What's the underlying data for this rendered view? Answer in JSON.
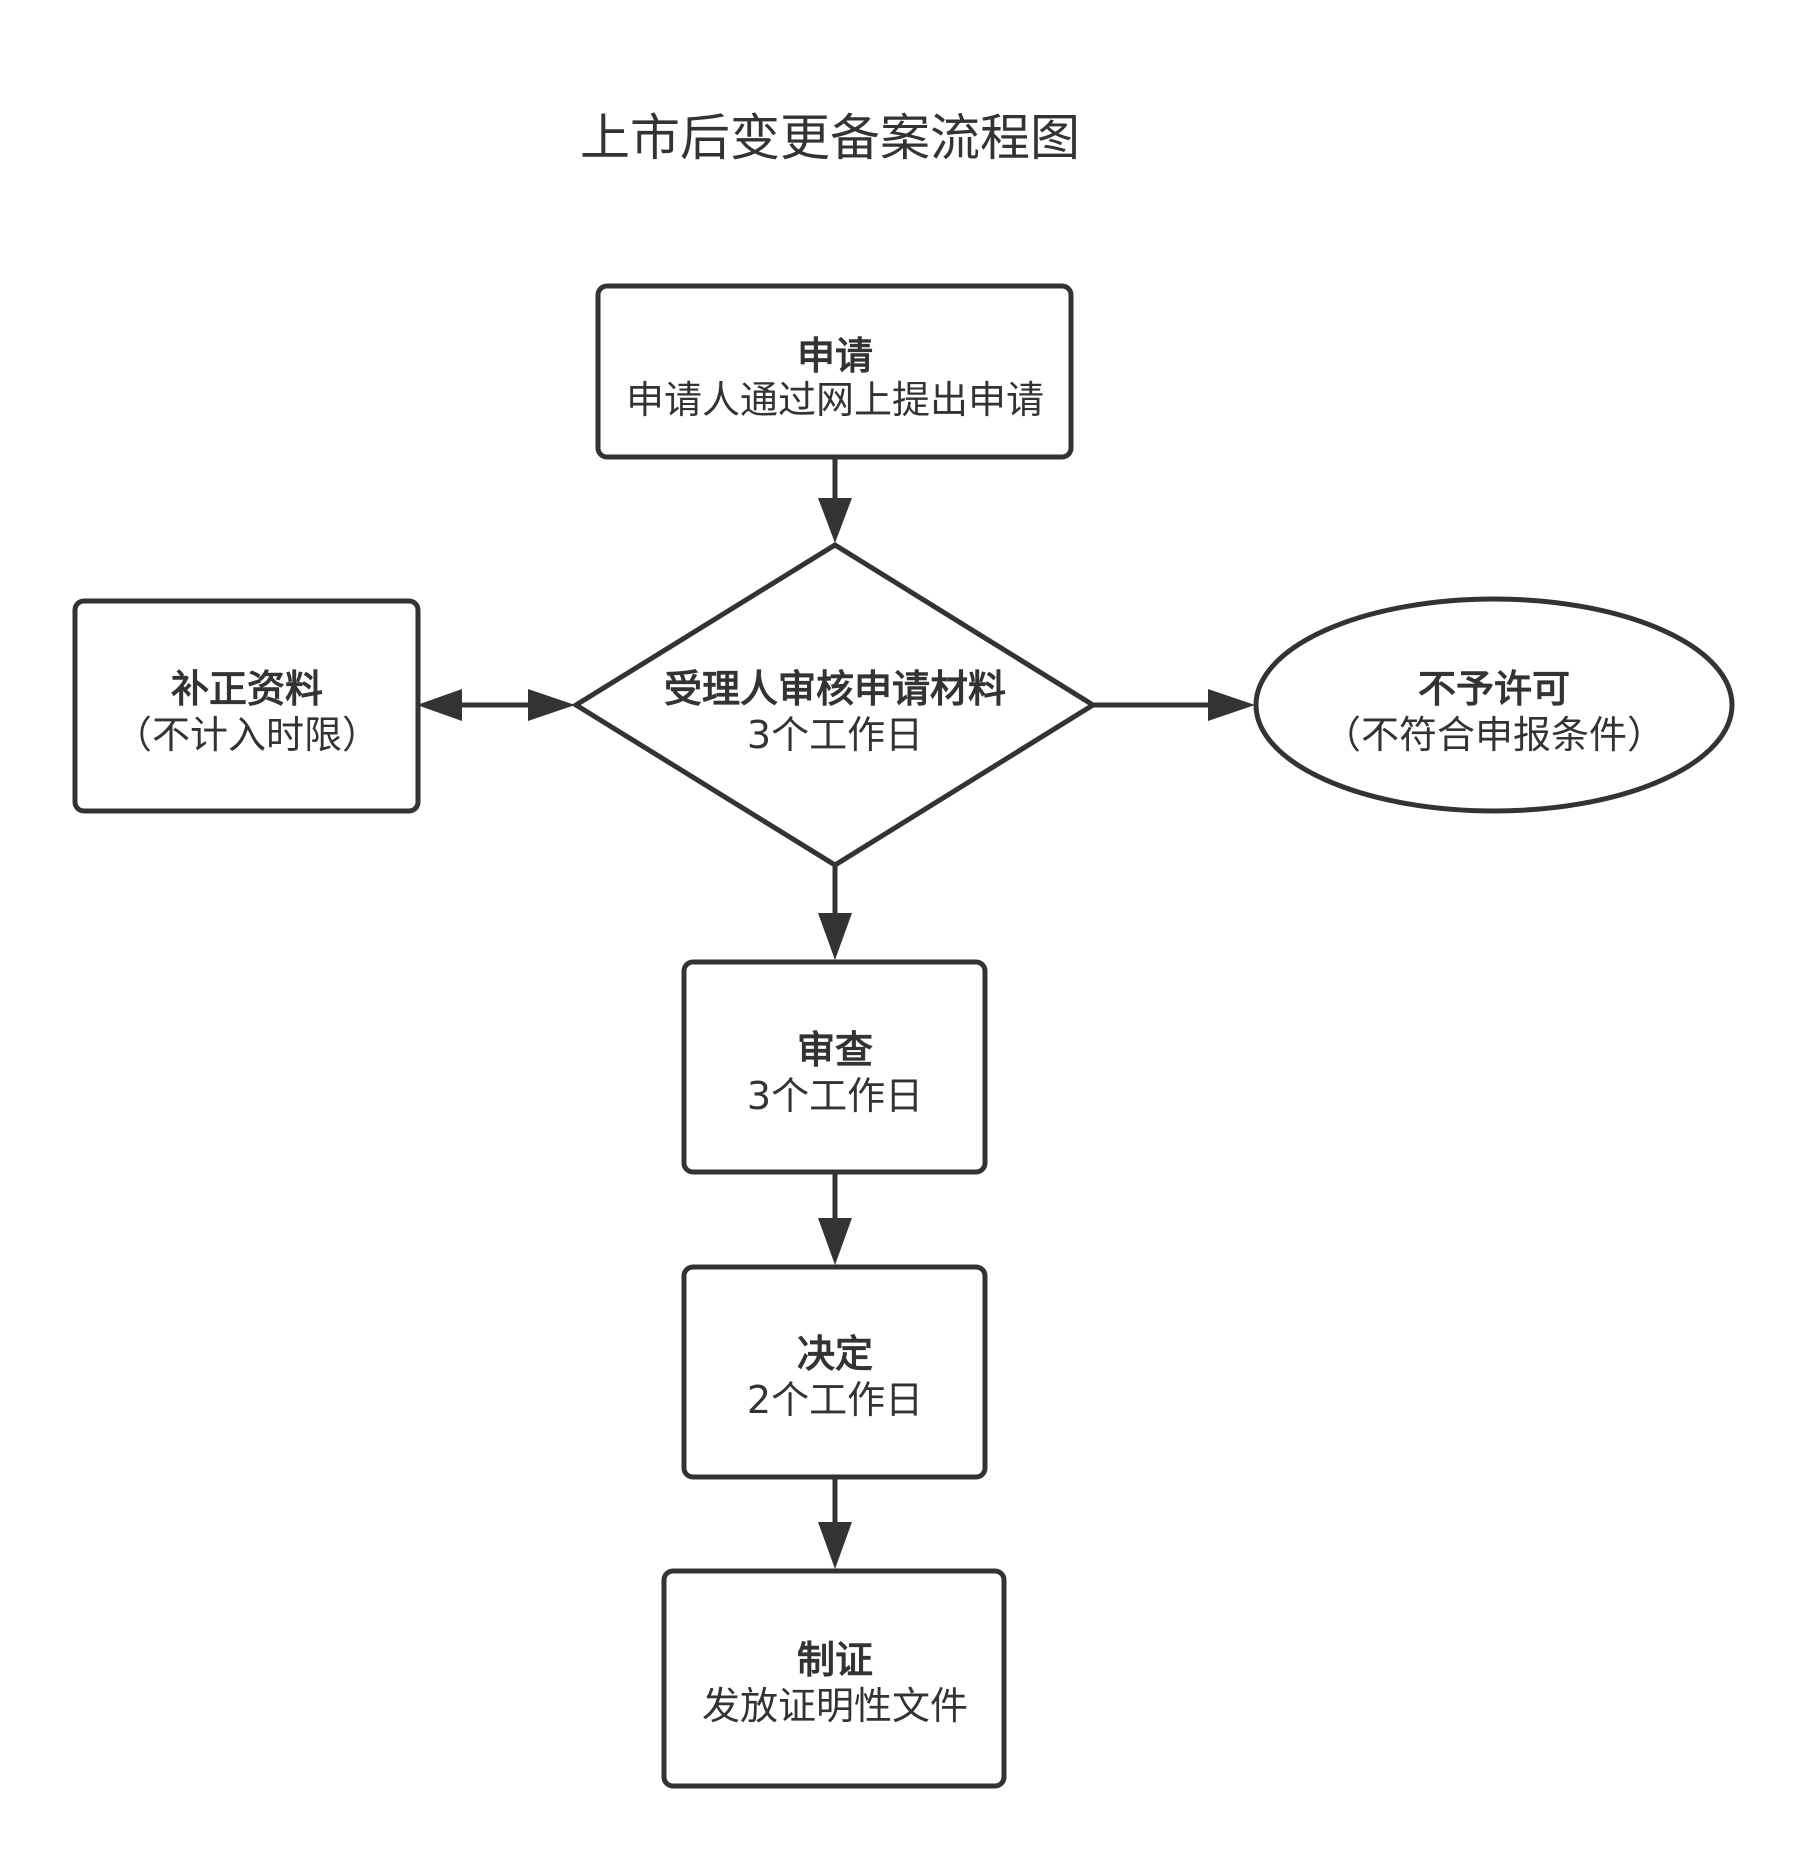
{
  "title": "上市后变更备案流程图",
  "nodes": {
    "apply": {
      "title": "申请",
      "sub": "申请人通过网上提出申请"
    },
    "accept_review": {
      "title": "受理人审核申请材料",
      "sub": "3个工作日"
    },
    "supplement": {
      "title": "补正资料",
      "sub": "（不计入时限）"
    },
    "reject": {
      "title": "不予许可",
      "sub": "（不符合申报条件）"
    },
    "examine": {
      "title": "审查",
      "sub": "3个工作日"
    },
    "decide": {
      "title": "决定",
      "sub": "2个工作日"
    },
    "certify": {
      "title": "制证",
      "sub": "发放证明性文件"
    }
  },
  "edges": [
    {
      "from": "申请",
      "to": "受理人审核申请材料"
    },
    {
      "from": "受理人审核申请材料",
      "to": "补正资料",
      "bidirectional": true
    },
    {
      "from": "受理人审核申请材料",
      "to": "不予许可"
    },
    {
      "from": "受理人审核申请材料",
      "to": "审查"
    },
    {
      "from": "审查",
      "to": "决定"
    },
    {
      "from": "决定",
      "to": "制证"
    }
  ],
  "colors": {
    "stroke": "#333333",
    "fill": "#ffffff",
    "text": "#333333"
  }
}
